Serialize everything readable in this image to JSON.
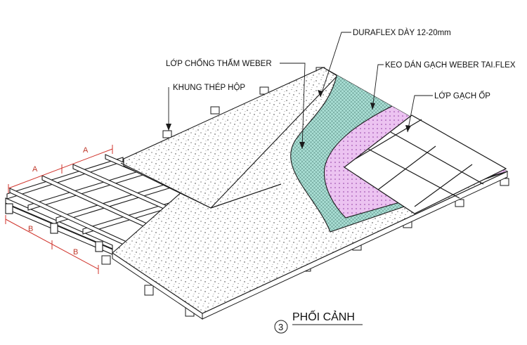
{
  "labels": {
    "duraflex": "DURAFLEX DÀY 12-20mm",
    "weber_waterproof": "LỚP CHỐNG THẤM WEBER",
    "adhesive": "KEO DÁN GẠCH WEBER TAI.FLEX",
    "steel_frame": "KHUNG THÉP HỘP",
    "tile_layer": "LỚP GẠCH ỐP"
  },
  "dimensions": {
    "a1": "A",
    "a2": "A",
    "b1": "B",
    "b2": "B"
  },
  "view": {
    "number": "3",
    "title": "PHỐI CẢNH"
  },
  "colors": {
    "membrane": "#a8ddd3",
    "adhesive": "#e6b8ee",
    "dimension": "#d0342c",
    "line": "#1a1a1a"
  }
}
